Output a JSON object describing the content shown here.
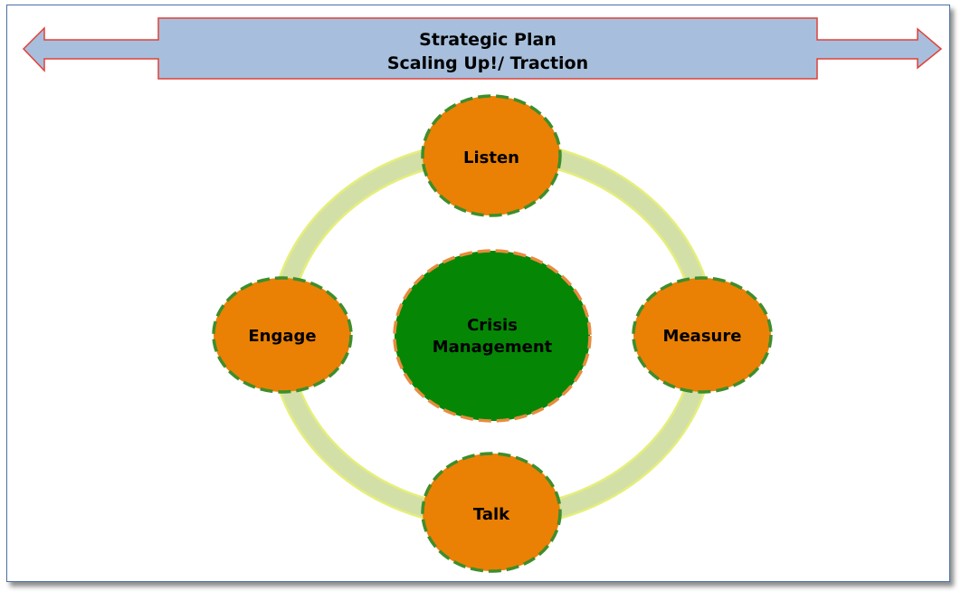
{
  "banner": {
    "line1": "Strategic Plan",
    "line2": "Scaling Up!/ Traction"
  },
  "center": {
    "line1": "Crisis",
    "line2": "Management"
  },
  "nodes": {
    "top": "Listen",
    "left": "Engage",
    "right": "Measure",
    "bottom": "Talk"
  },
  "colors": {
    "banner_fill": "#a7bfdc",
    "banner_outline": "#e0403a",
    "node_fill": "#ea8104",
    "node_dash": "#3e8e2b",
    "center_fill": "#058705",
    "center_dash": "#e88b3d",
    "ring": "#d2e0a8"
  }
}
